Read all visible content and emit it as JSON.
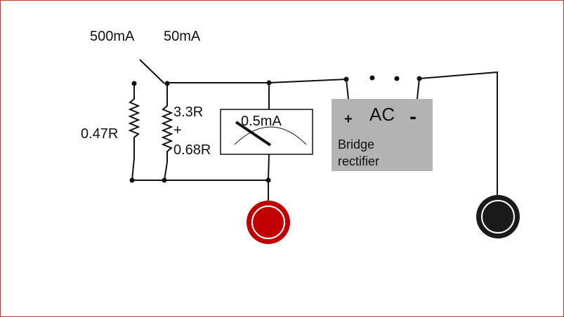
{
  "switch": {
    "label_500": "500mA",
    "label_50": "50mA"
  },
  "shunts": {
    "left_value": "0.47R",
    "right_value_1": "3.3R",
    "right_value_plus": "+",
    "right_value_2": "0.68R"
  },
  "meter": {
    "rating": "0.5mA"
  },
  "rectifier": {
    "plus_label": "+",
    "ac_label": "AC",
    "minus_label": "-",
    "name_line1": "Bridge",
    "name_line2": "rectifier"
  },
  "colors": {
    "frame": "#c0392b",
    "red_terminal": "#c00000",
    "black_terminal": "#1a1a1a",
    "rectifier_fill": "#b3b3b3"
  }
}
